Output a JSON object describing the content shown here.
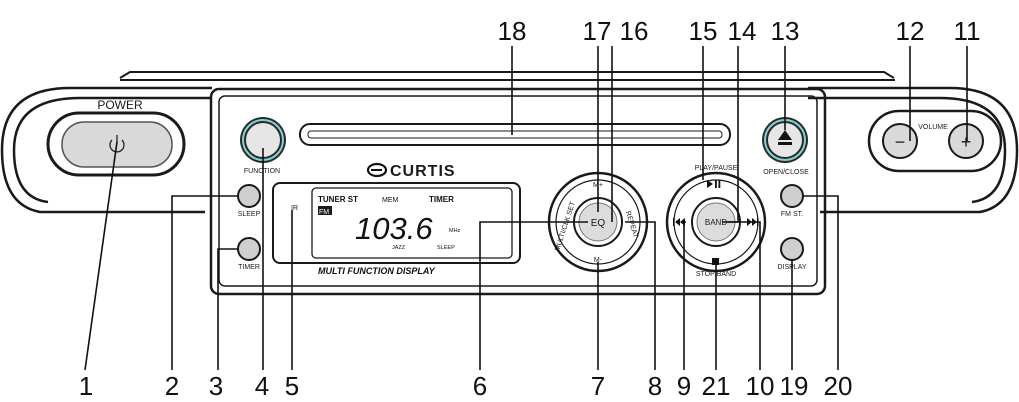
{
  "callouts": {
    "n1": "1",
    "n2": "2",
    "n3": "3",
    "n4": "4",
    "n5": "5",
    "n6": "6",
    "n7": "7",
    "n8": "8",
    "n9": "9",
    "n21": "21",
    "n10": "10",
    "n19": "19",
    "n20": "20",
    "n18": "18",
    "n17": "17",
    "n16": "16",
    "n15": "15",
    "n14": "14",
    "n13": "13",
    "n12": "12",
    "n11": "11"
  },
  "labels": {
    "power": "POWER",
    "function": "FUNCTION",
    "sleep": "SLEEP",
    "timer": "TIMER",
    "ir": "IR",
    "brand": "CURTIS",
    "mplus": "M+",
    "mminus": "M-",
    "multi_clk_set": "MULTI/CLK SET",
    "repeat": "REPEAT",
    "eq": "EQ",
    "play_pause": "PLAY/PAUSE",
    "stop_band": "STOP/BAND",
    "band": "BAND",
    "open_close": "OPEN/CLOSE",
    "volume": "VOLUME",
    "vol_minus": "−",
    "vol_plus": "+",
    "fm_st": "FM ST.",
    "display": "DISPLAY"
  },
  "lcd": {
    "tuner_st": "TUNER ST",
    "mem": "MEM",
    "timer": "TIMER",
    "fm": "FM",
    "freq": "103.6",
    "unit": "MHz",
    "jazz": "JAZZ",
    "sleep": "SLEEP",
    "caption": "MULTI FUNCTION DISPLAY"
  },
  "icons": {
    "power": "power-icon",
    "eject": "eject-icon",
    "play_pause": "play-pause-icon",
    "stop": "stop-icon",
    "prev": "skip-back-icon",
    "next": "skip-forward-icon"
  }
}
